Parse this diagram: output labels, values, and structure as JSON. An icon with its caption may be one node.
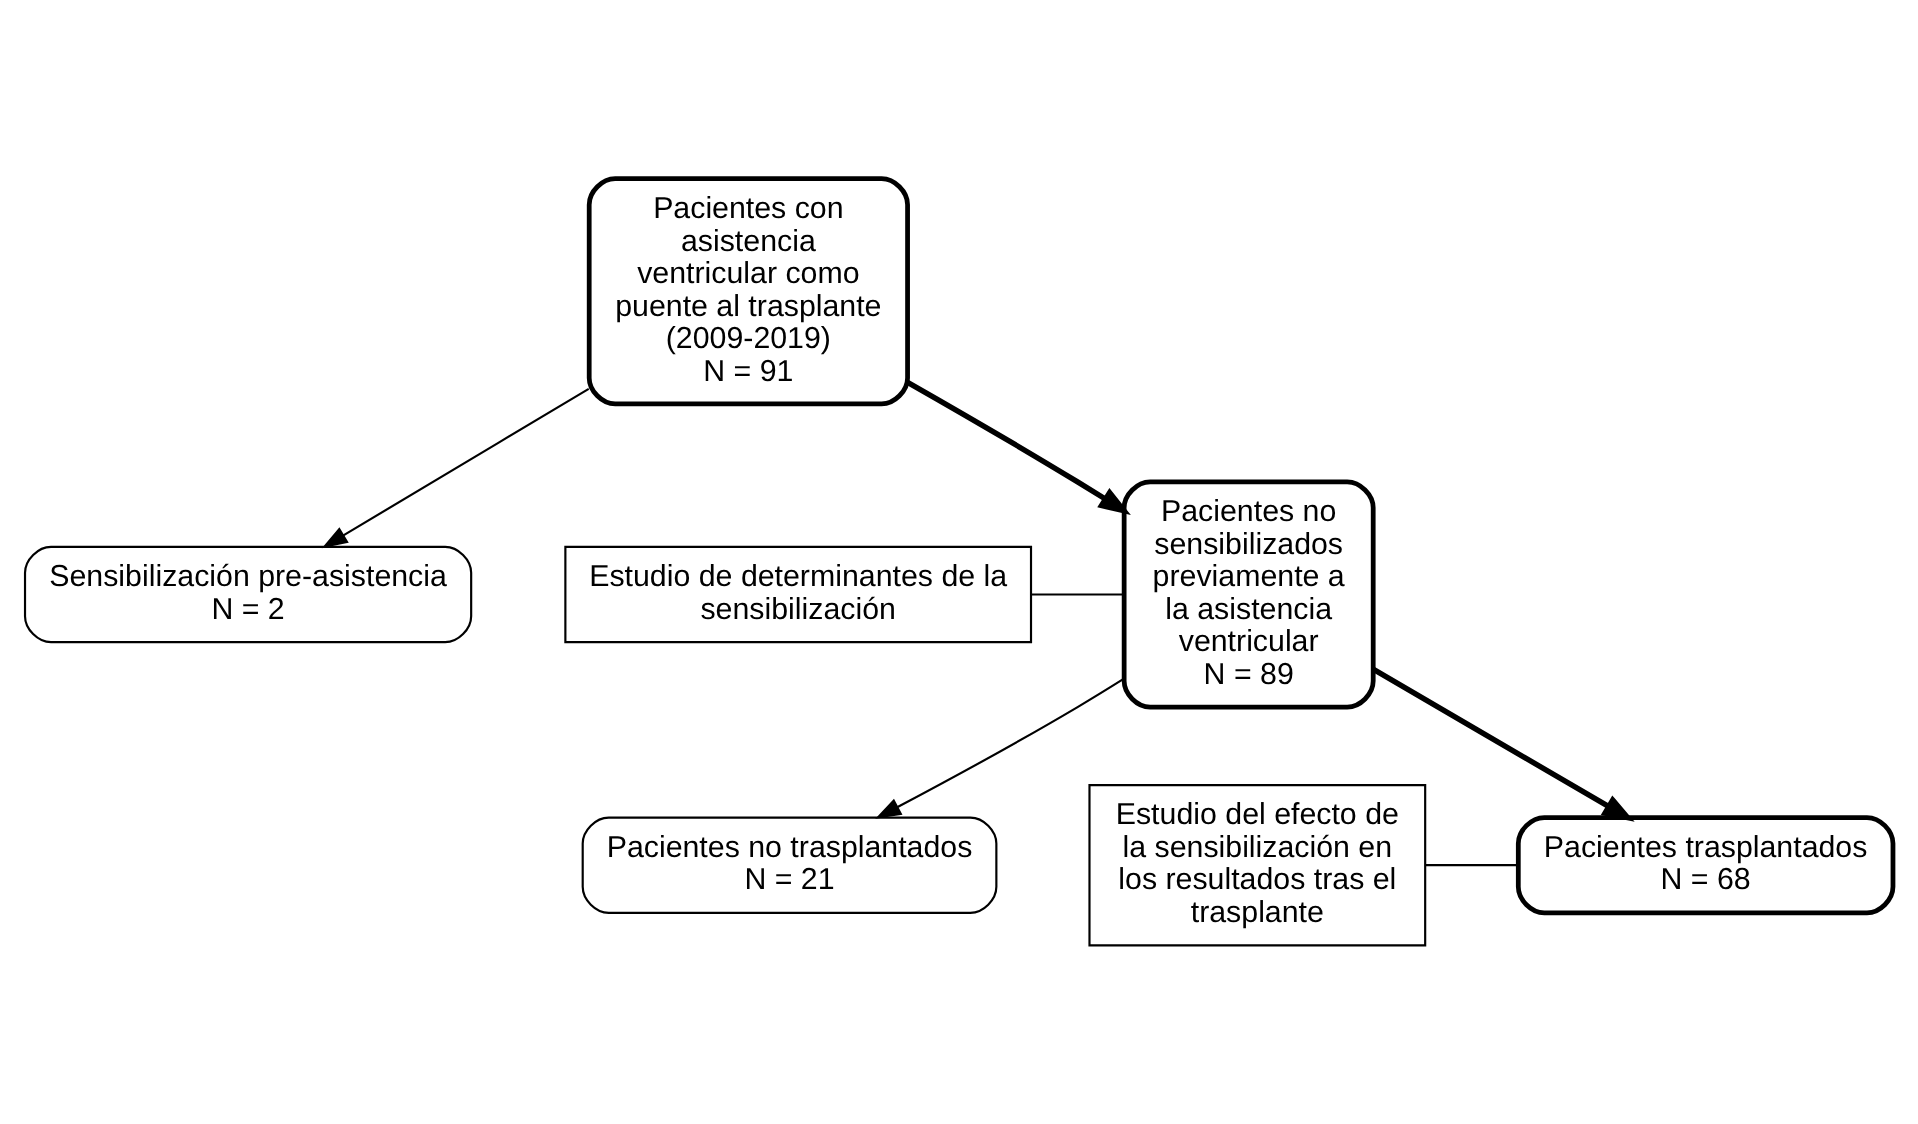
{
  "diagram": {
    "nodes": [
      {
        "text": [
          "Pacientes con asistencia ventricular como puente al trasplante (2009-2019)",
          "N = 91"
        ]
      },
      {
        "text": [
          "Sensibilización pre-asistencia",
          "N = 2"
        ]
      },
      {
        "text": [
          "Pacientes no sensibilizados previamente a la asistencia ventricular",
          "N = 89"
        ]
      },
      {
        "text": [
          "Estudio de determinantes de la sensibilización"
        ]
      },
      {
        "text": [
          "Pacientes no trasplantados",
          "N = 21"
        ]
      },
      {
        "text": [
          "Estudio del efecto de la sensibilización en los resultados tras el trasplante"
        ]
      },
      {
        "text": [
          "Pacientes trasplantados",
          "N = 68"
        ]
      }
    ],
    "edges": [
      {
        "from": 0,
        "to": 2,
        "arrow": "to",
        "style": "thick"
      },
      {
        "from": 0,
        "to": 1,
        "arrow": "to"
      },
      {
        "from": 3,
        "to": 2,
        "arrow": "none"
      },
      {
        "from": 2,
        "to": 6,
        "arrow": "to",
        "style": "thick"
      },
      {
        "from": 2,
        "to": 4,
        "arrow": "to"
      },
      {
        "from": 5,
        "to": 6,
        "arrow": "none"
      }
    ]
  }
}
